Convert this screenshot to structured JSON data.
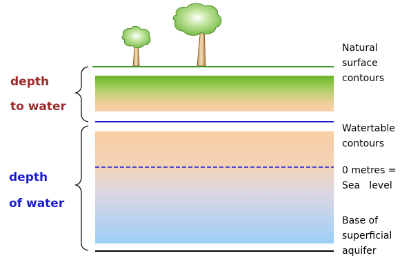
{
  "left_labels": {
    "depth_to_water_line1": "depth",
    "depth_to_water_line2": "to water",
    "depth_of_water_line1": "depth",
    "depth_of_water_line2": "of water"
  },
  "right_labels": {
    "natural_surface": [
      "Natural",
      "surface",
      "contours"
    ],
    "watertable": [
      "Watertable",
      "contours"
    ],
    "sea_level": [
      "0 metres =",
      "Sea   level"
    ],
    "base_aquifer": [
      "Base of",
      "superficial",
      "aquifer"
    ]
  },
  "colors": {
    "depth_to_water_label": "#9b2a2a",
    "depth_of_water_label": "#1b1bd0",
    "natural_surface_line": "#3a9a2a",
    "watertable_line": "#1b1bd0",
    "sea_level_line": "#1b1bd0",
    "base_line": "#000000",
    "grass": "#6db42a",
    "sand": "#f7cda4",
    "water": "#9fd0f5",
    "tree_foliage": "#7cc24a",
    "tree_trunk": "#b48040"
  }
}
